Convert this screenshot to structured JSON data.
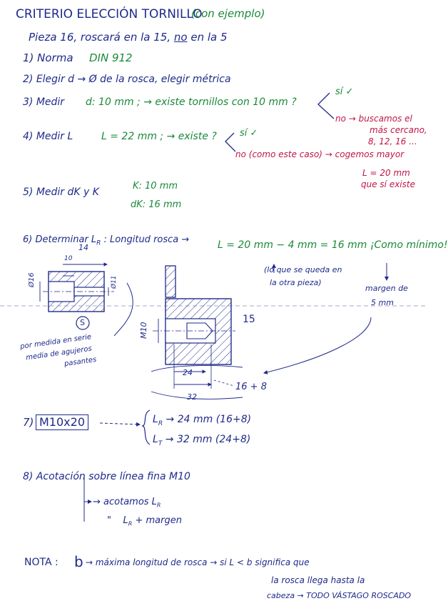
{
  "title": "CRITERIO ELECCIÓN TORNILLO",
  "title_note": "(con ejemplo)",
  "intro": {
    "a": "Pieza 16, roscará en la 15,",
    "no": "no",
    "b": "en la 5"
  },
  "steps": {
    "s1": "1) Norma",
    "s1_val": "DIN 912",
    "s2": "2) Elegir d → Ø de la rosca, elegir métrica",
    "s3": "3) Medir",
    "s3_val": "d: 10 mm ; → existe tornillos con 10 mm ?",
    "s3_si": "sí ✓",
    "s3_no": "no → buscamos el",
    "s3_no2": "más cercano,",
    "s3_no3": "8, 12, 16 ...",
    "s4": "4) Medir L",
    "s4_val": "L = 22 mm ; → existe ?",
    "s4_si": "sí ✓",
    "s4_no": "no (como este caso) → cogemos mayor",
    "s4_no2": "L = 20 mm",
    "s4_no3": "que sí existe",
    "s5": "5) Medir dK y K",
    "s5_k": "K: 10 mm",
    "s5_dk": "dK: 16 mm",
    "s6": "6) Determinar L",
    "s6_sub": "R",
    "s6_b": ": Longitud rosca →",
    "s6_val": "L = 20 mm − 4 mm = 16 mm ¡Como mínimo!",
    "s6_note1": "(lo que se queda en",
    "s6_note2": "la otra pieza)",
    "s6_margin1": "margen de",
    "s6_margin2": "5 mm"
  },
  "figure": {
    "dim_14": "14",
    "dim_10": "10",
    "dim_o16": "Ø16",
    "dim_o11": "Ø11",
    "label_s": "S",
    "note_s1": "por medida en serie",
    "note_s2": "media de agujeros",
    "note_s3": "pasantes",
    "part_15": "15",
    "m10": "M10",
    "dim_24": "24",
    "dim_32": "32",
    "dim_sum": "16 + 8"
  },
  "step7": {
    "label": "7)",
    "designation": "M10x20",
    "lr_label": "L",
    "lr_sub": "R",
    "lr_val": "→ 24 mm (16+8)",
    "lt_label": "L",
    "lt_sub": "T",
    "lt_val": "→ 32 mm (24+8)"
  },
  "step8": {
    "a": "8) Acotación sobre línea fina M10",
    "b": "→ acotamos L",
    "b_sub": "R",
    "c1": "\"",
    "c2": "L",
    "c2_sub": "R",
    "c3": "+ margen"
  },
  "nota": {
    "label": "NOTA :",
    "b": "b",
    "text": "→ máxima longitud de rosca → si L < b significa que",
    "line2": "la rosca llega hasta la",
    "line3": "cabeza → TODO VÁSTAGO ROSCADO"
  }
}
